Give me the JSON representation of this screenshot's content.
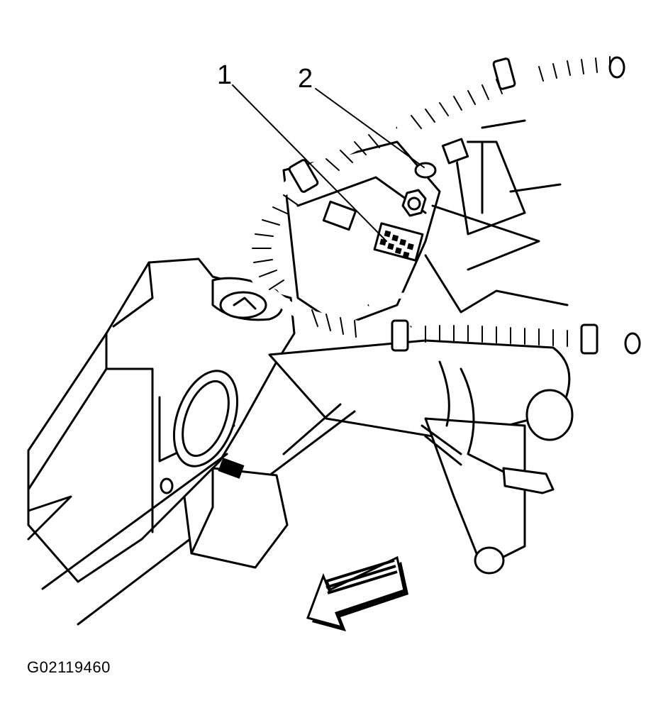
{
  "callouts": [
    {
      "label": "1"
    },
    {
      "label": "2"
    }
  ],
  "figure_id": "G02119460"
}
